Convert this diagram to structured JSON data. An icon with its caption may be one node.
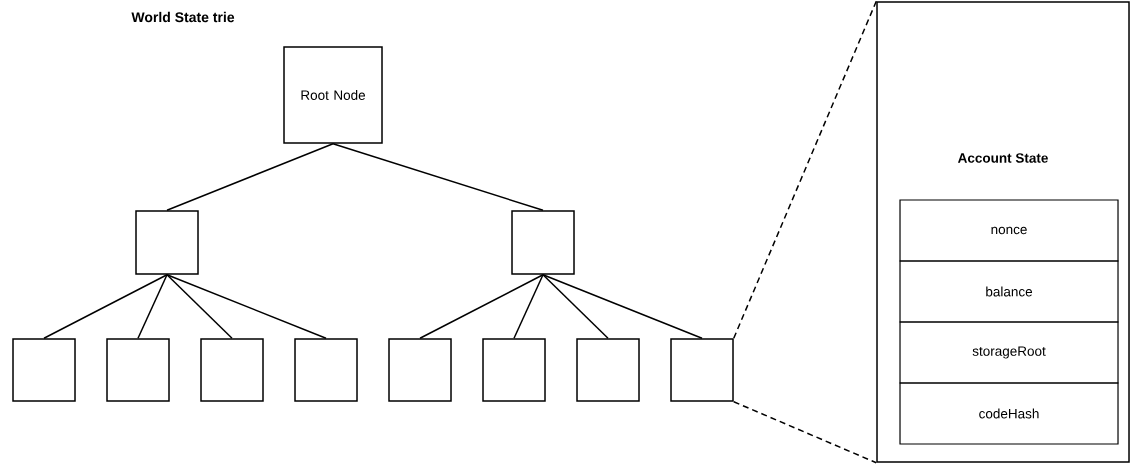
{
  "diagram": {
    "title": "World State trie",
    "nodes": [
      {
        "text": [
          "Root Node"
        ]
      },
      {
        "text": [],
        "shape": "box"
      },
      {
        "text": [],
        "shape": "box"
      },
      {
        "text": [],
        "shape": "box"
      },
      {
        "text": [],
        "shape": "box"
      },
      {
        "text": [],
        "shape": "box"
      },
      {
        "text": [],
        "shape": "box"
      },
      {
        "text": [],
        "shape": "box"
      },
      {
        "text": [],
        "shape": "box"
      },
      {
        "text": [],
        "shape": "box"
      },
      {
        "text": [],
        "shape": "box"
      },
      {
        "text": [
          "Account State"
        ]
      },
      {
        "text": [
          "nonce"
        ],
        "in": 11
      },
      {
        "text": [
          "balance"
        ],
        "in": 11
      },
      {
        "text": [
          "storageRoot"
        ],
        "in": 11
      },
      {
        "text": [
          "codeHash"
        ],
        "in": 11
      }
    ],
    "edges": [
      {
        "from": 0,
        "to": 1,
        "arrow": "none"
      },
      {
        "from": 0,
        "to": 2,
        "arrow": "none"
      },
      {
        "from": 1,
        "to": 3,
        "arrow": "none"
      },
      {
        "from": 1,
        "to": 4,
        "arrow": "none"
      },
      {
        "from": 1,
        "to": 5,
        "arrow": "none"
      },
      {
        "from": 1,
        "to": 6,
        "arrow": "none"
      },
      {
        "from": 2,
        "to": 7,
        "arrow": "none"
      },
      {
        "from": 2,
        "to": 8,
        "arrow": "none"
      },
      {
        "from": 2,
        "to": 9,
        "arrow": "none"
      },
      {
        "from": 2,
        "to": 10,
        "arrow": "none"
      },
      {
        "from": 10,
        "to": 11,
        "arrow": "none",
        "style": "dashed"
      },
      {
        "from": 10,
        "to": 11,
        "arrow": "none",
        "style": "dashed"
      }
    ]
  }
}
